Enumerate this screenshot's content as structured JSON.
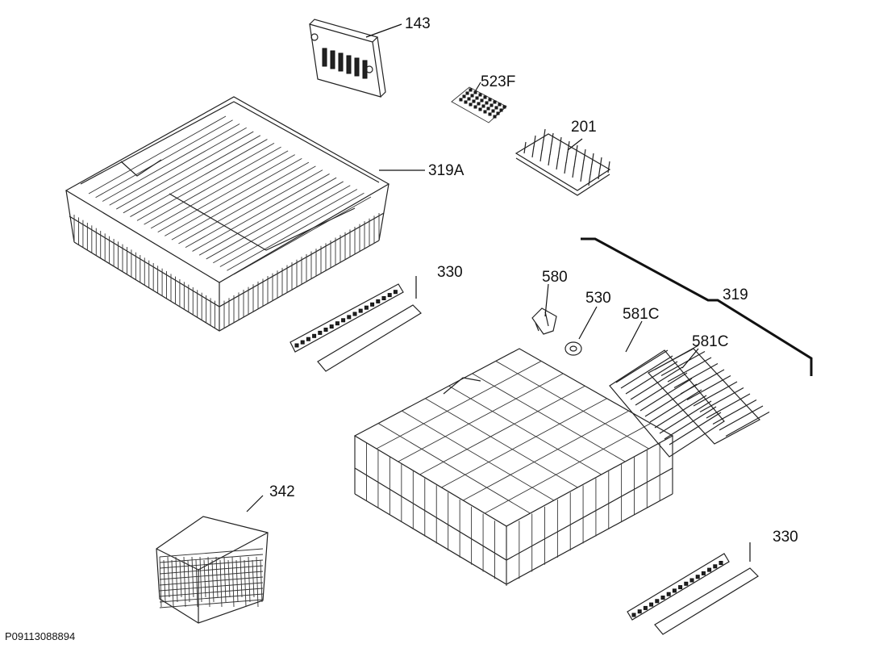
{
  "labels": {
    "p143": "143",
    "p523f": "523F",
    "p201": "201",
    "p319a": "319A",
    "p330_upper": "330",
    "p580": "580",
    "p530": "530",
    "p581c_left": "581C",
    "p581c_right": "581C",
    "p319": "319",
    "p342": "342",
    "p330_lower": "330"
  },
  "diagram_id": "P09113088894"
}
